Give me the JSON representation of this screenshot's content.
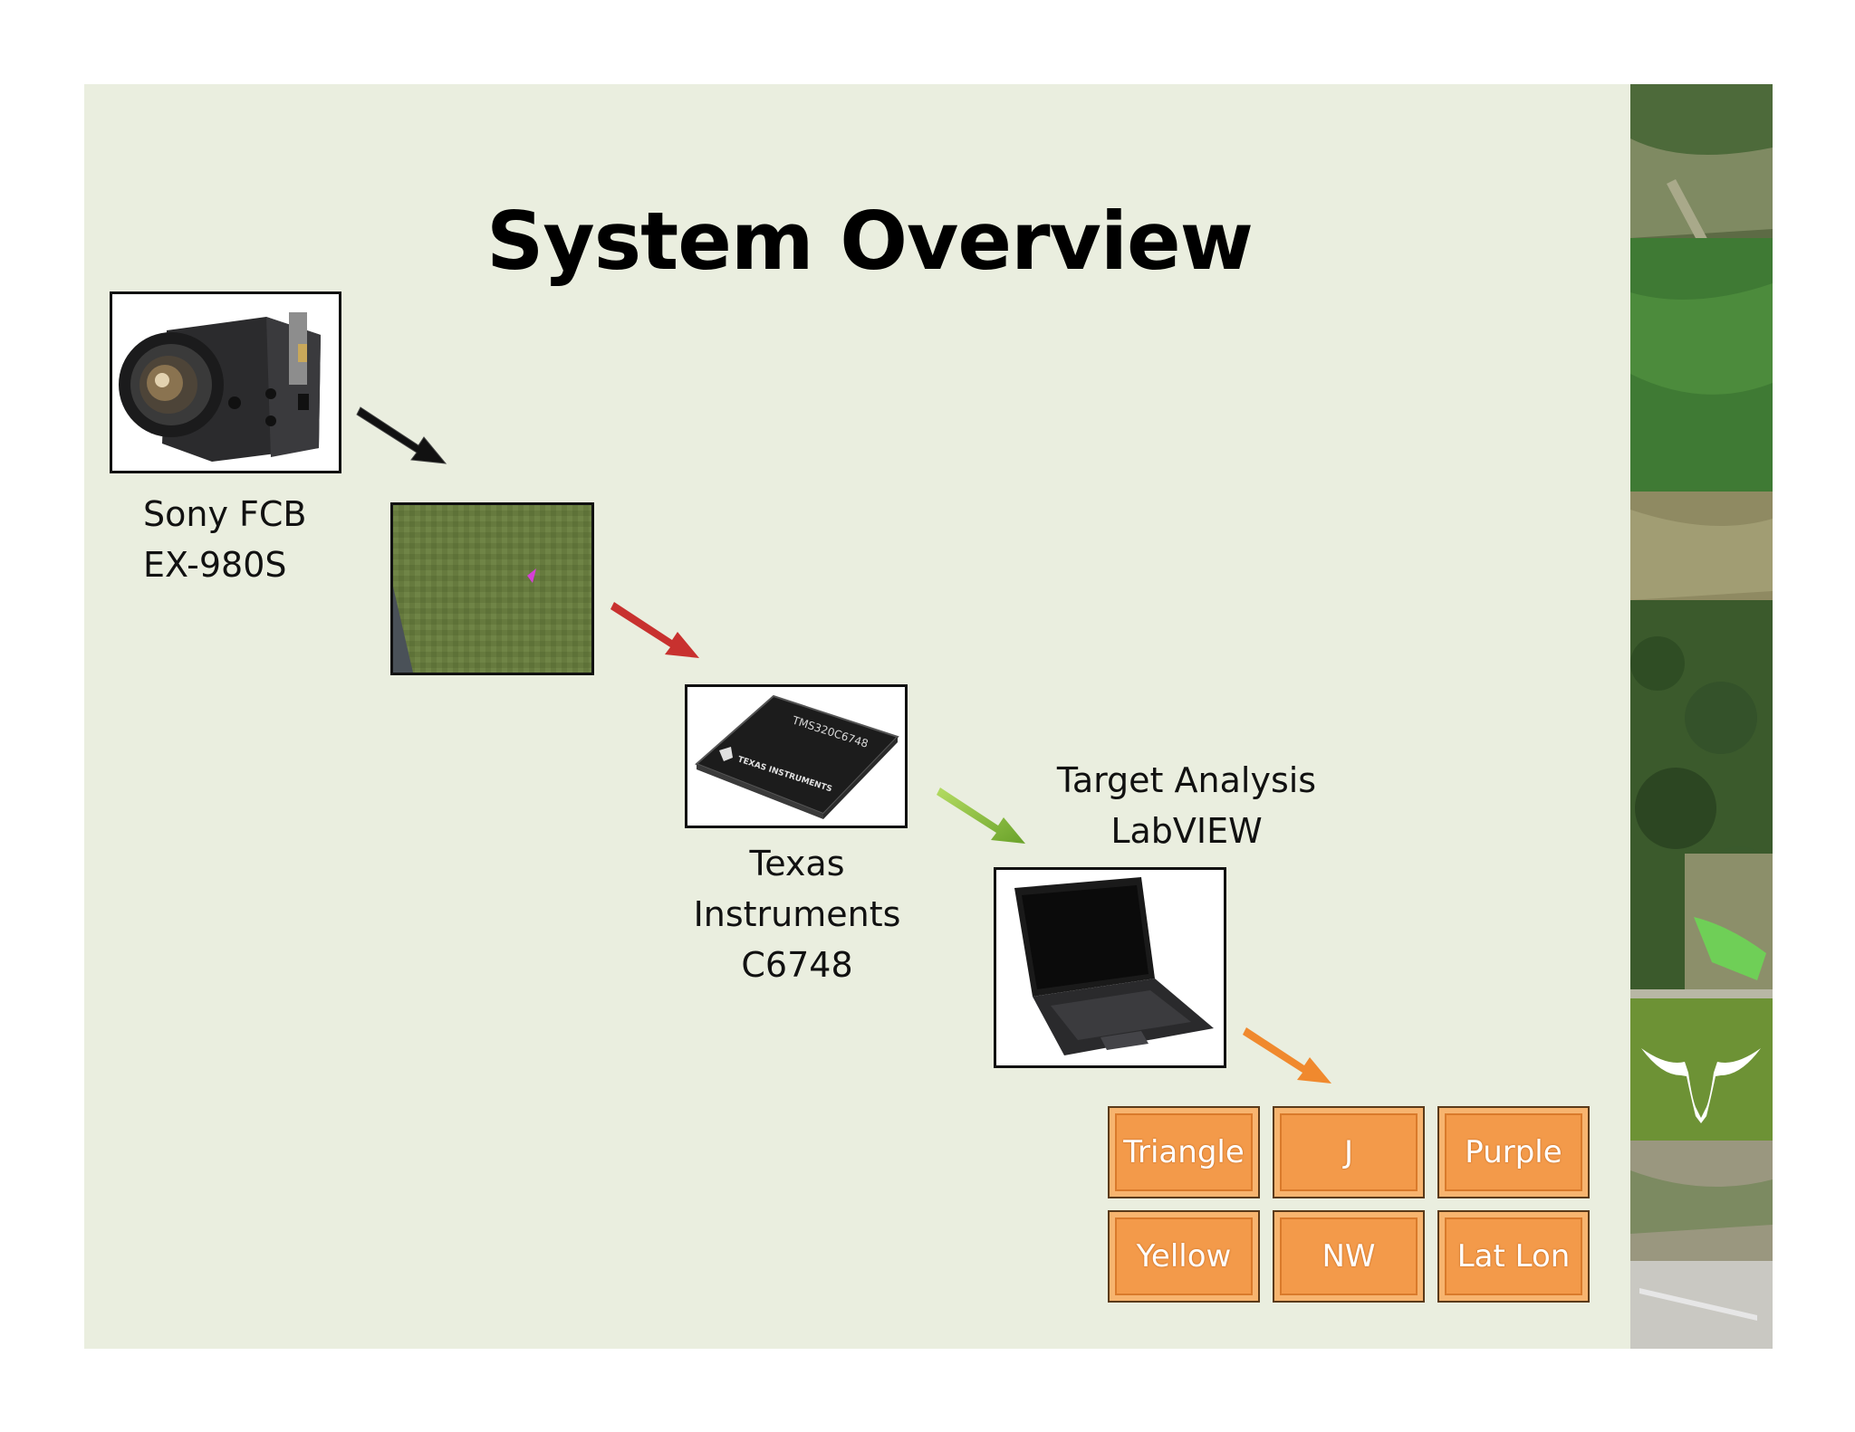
{
  "title": "System Overview",
  "camera": {
    "label_lines": [
      "Sony FCB",
      "EX-980S"
    ]
  },
  "processor": {
    "chip_text": "TMS320C6748",
    "brand_text": "TEXAS INSTRUMENTS",
    "label_lines": [
      "Texas",
      "Instruments",
      "C6748"
    ]
  },
  "analysis": {
    "label_lines": [
      "Target Analysis",
      "LabVIEW"
    ]
  },
  "outputs": [
    "Triangle",
    "J",
    "Purple",
    "Yellow",
    "NW",
    "Lat Lon"
  ],
  "colors": {
    "slide_bg": "#eaeedf",
    "arrow_camera": "#111111",
    "arrow_image": "#c8312f",
    "arrow_chip": "#8cc43a",
    "arrow_laptop": "#f0892e",
    "output_fill": "#f39a4a",
    "logo_panel": "#6d9235"
  },
  "icons": {
    "camera": "camera-icon",
    "aerial_image": "aerial-image-icon",
    "chip": "chip-icon",
    "laptop": "laptop-icon",
    "logo": "longhorn-logo-icon"
  }
}
